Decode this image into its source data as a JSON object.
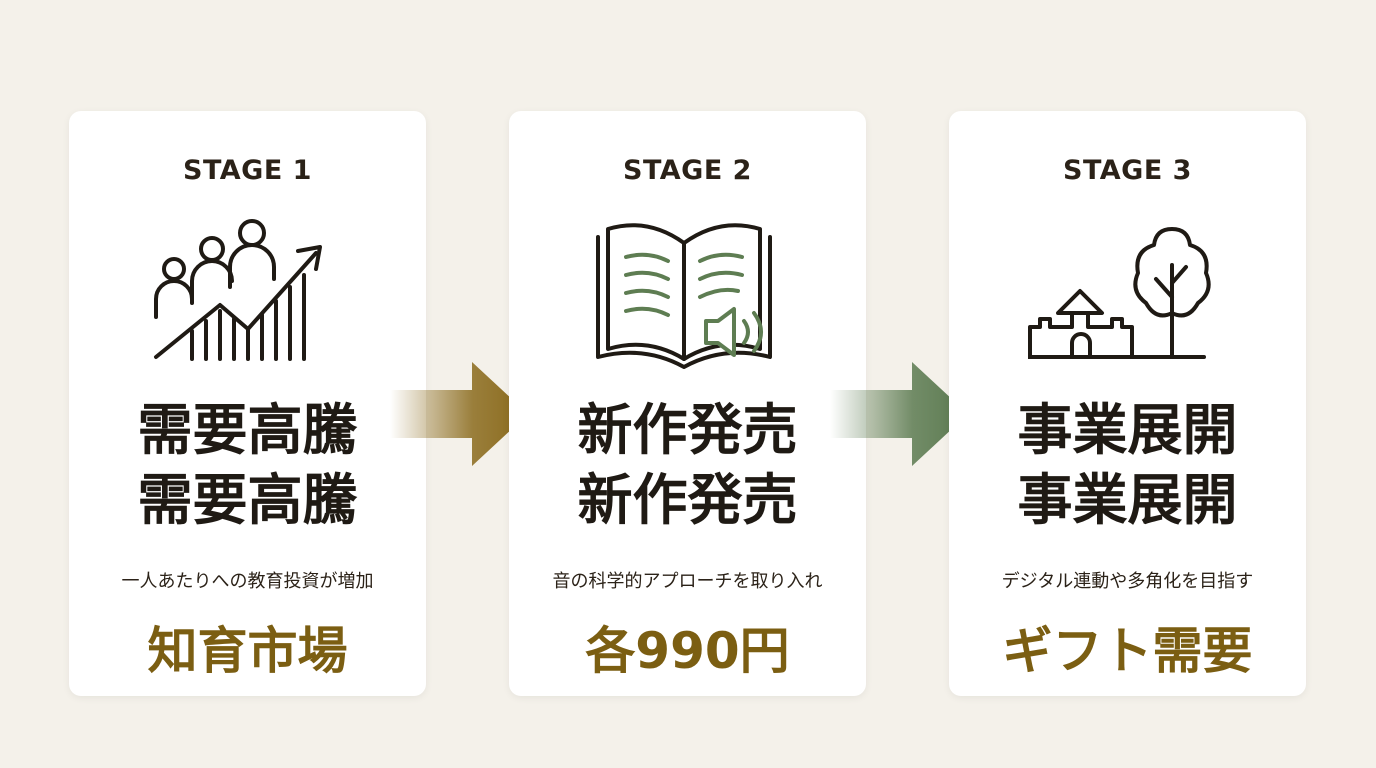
{
  "colors": {
    "background": "#f4f1ea",
    "card": "#ffffff",
    "text": "#1f1a14",
    "accent_gold": "#7b5e12",
    "accent_green": "#5e7d52",
    "arrow_1": "#8a6a1c",
    "arrow_2": "#5b7a50"
  },
  "stages": [
    {
      "label": "STAGE 1",
      "icon": "people-growth-chart-icon",
      "headline_line1": "需要高騰",
      "headline_line2": "需要高騰",
      "subtitle": "一人あたりへの教育投資が増加",
      "highlight": "知育市場"
    },
    {
      "label": "STAGE 2",
      "icon": "open-book-audio-icon",
      "headline_line1": "新作発売",
      "headline_line2": "新作発売",
      "subtitle": "音の科学的アプローチを取り入れ",
      "highlight": "各990円"
    },
    {
      "label": "STAGE 3",
      "icon": "castle-tree-icon",
      "headline_line1": "事業展開",
      "headline_line2": "事業展開",
      "subtitle": "デジタル連動や多角化を目指す",
      "highlight": "ギフト需要"
    }
  ],
  "arrows": [
    {
      "icon": "right-arrow-icon"
    },
    {
      "icon": "right-arrow-icon"
    }
  ]
}
